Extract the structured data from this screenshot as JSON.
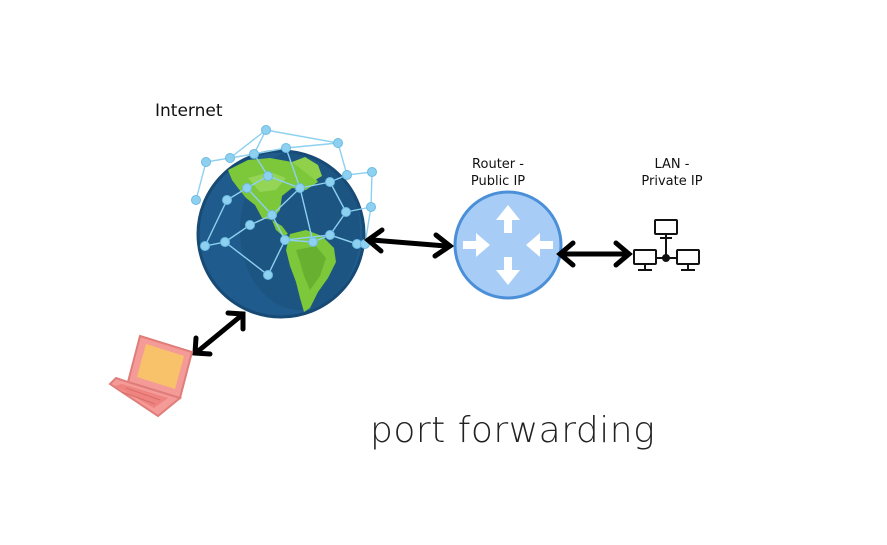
{
  "labels": {
    "internet": "Internet",
    "router_line1": "Router -",
    "router_line2": "Public IP",
    "lan_line1": "LAN -",
    "lan_line2": "Private  IP"
  },
  "caption": "port forwarding",
  "colors": {
    "ocean": "#1f5b8c",
    "land": "#7cc73a",
    "network_lines": "#8ed0f0",
    "router_fill": "#a7cdf7",
    "router_stroke": "#4a8fd8",
    "laptop": "#f49b98",
    "laptop_screen": "#f8c26a",
    "arrow": "#000000"
  },
  "icons": [
    "globe-icon",
    "router-icon",
    "lan-network-icon",
    "laptop-icon"
  ]
}
